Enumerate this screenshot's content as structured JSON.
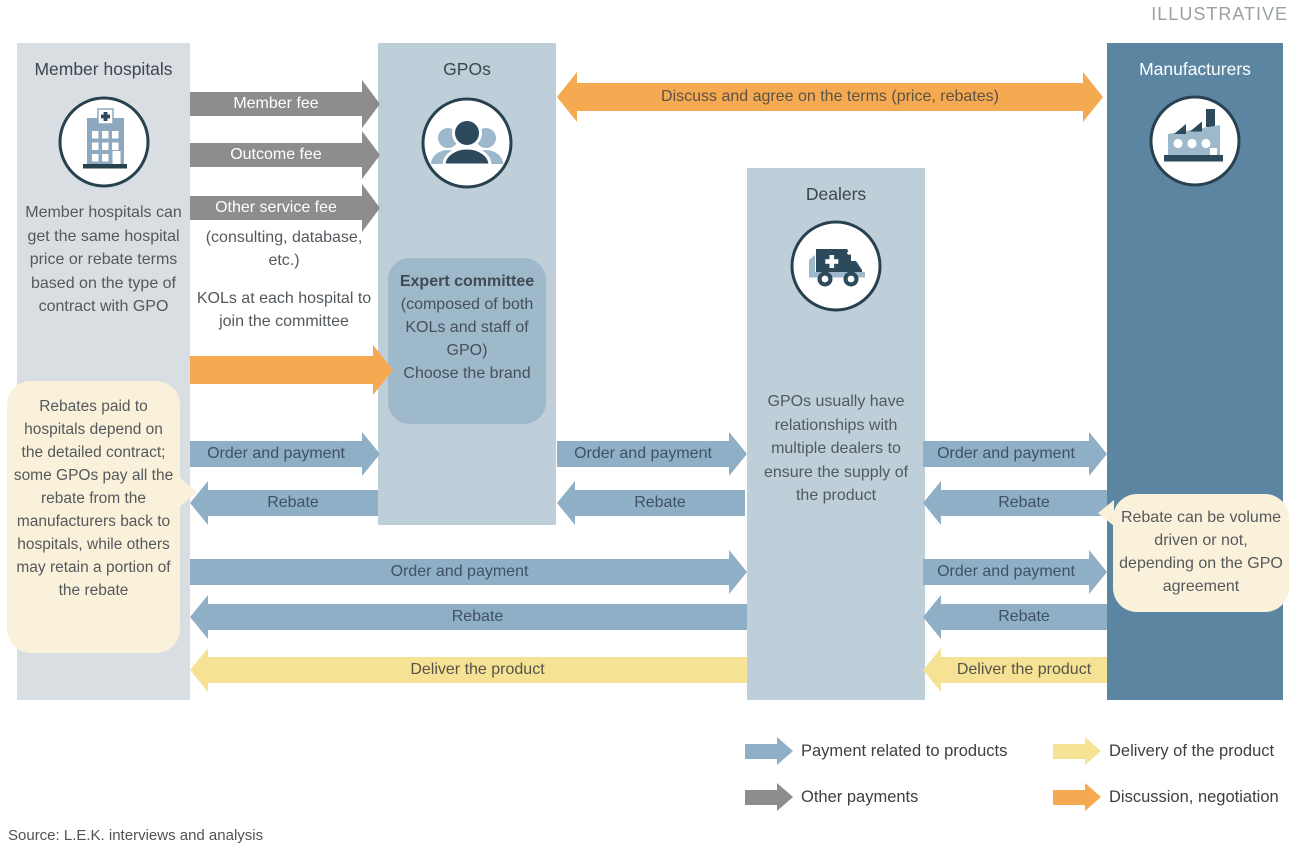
{
  "page": {
    "tag": "ILLUSTRATIVE",
    "source": "Source: L.E.K. interviews and analysis"
  },
  "columns": {
    "hospitals": {
      "title": "Member hospitals",
      "description": "Member hospitals can get the same hospital price or rebate terms based on the type of contract with GPO"
    },
    "gpos": {
      "title": "GPOs",
      "expert_committee": {
        "title": "Expert committee",
        "subtitle": "(composed of both KOLs and staff of GPO)",
        "action": "Choose the brand"
      }
    },
    "dealers": {
      "title": "Dealers",
      "description": "GPOs usually have relationships with multiple dealers to ensure the supply of the product"
    },
    "manufacturers": {
      "title": "Manufacturers"
    }
  },
  "callouts": {
    "rebates_note": "Rebates paid to hospitals depend on the detailed contract; some GPOs pay all the rebate from the manufacturers back to hospitals, while others may retain a portion of the rebate",
    "volume_note": "Rebate can be volume driven or not, depending on the GPO agreement"
  },
  "arrows": {
    "member_fee": "Member fee",
    "outcome_fee": "Outcome fee",
    "other_service_fee": "Other service fee",
    "other_service_fee_note": "(consulting, database, etc.)",
    "kol_note": "KOLs at each hospital to join the committee",
    "discuss": "Discuss and agree on the terms (price, rebates)",
    "order_and_payment": "Order and payment",
    "rebate": "Rebate",
    "deliver": "Deliver the product"
  },
  "legend": {
    "items": [
      {
        "label": "Payment related to products",
        "color": "#8fafc6"
      },
      {
        "label": "Other payments",
        "color": "#8d8d8d"
      },
      {
        "label": "Delivery of the product",
        "color": "#f6e294"
      },
      {
        "label": "Discussion, negotiation",
        "color": "#f5a951"
      }
    ]
  },
  "colors": {
    "hospitals_column": "#d9dee3",
    "gpo_dealer_column": "#becfd9",
    "expert_committee_box": "#9db9ca",
    "manufacturers_column": "#5c85a2",
    "payment_arrow": "#8fafc6",
    "other_payment_arrow": "#8d8d8d",
    "delivery_arrow": "#f6e294",
    "discussion_arrow": "#f5a951",
    "callout_background": "#faf1da"
  }
}
